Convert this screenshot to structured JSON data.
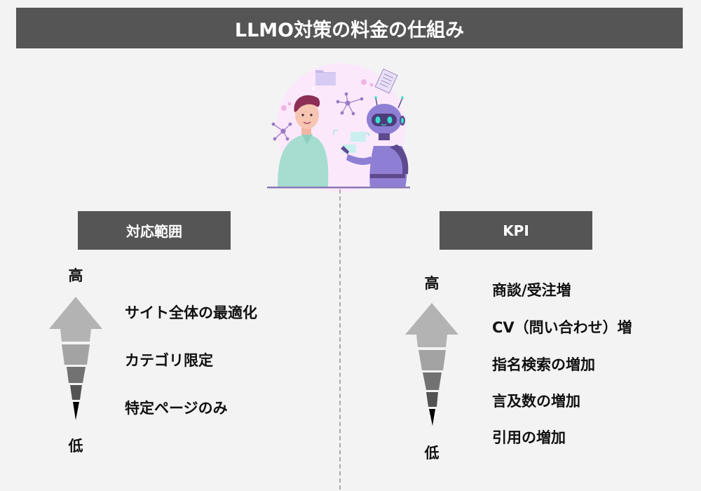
{
  "title": "LLMO対策の料金の仕組み",
  "illustration": {
    "description": "person-talking-with-robot",
    "colors": {
      "background_circle": "#fbe9fb",
      "shirt": "#a6ddd0",
      "hair": "#8c2e55",
      "skin": "#f6c6b3",
      "robot_body": "#8f7fd4",
      "robot_dark": "#5e4a8f",
      "robot_eyes": "#39e0d1",
      "floor": "#8a78b8",
      "folder": "#c9b9ec"
    }
  },
  "left": {
    "header": "対応範囲",
    "high_label": "高",
    "low_label": "低",
    "items": [
      "サイト全体の最適化",
      "カテゴリ限定",
      "特定ページのみ"
    ]
  },
  "right": {
    "header": "KPI",
    "high_label": "高",
    "low_label": "低",
    "items": [
      "商談/受注増",
      "CV（問い合わせ）増",
      "指名検索の増加",
      "言及数の増加",
      "引用の増加"
    ]
  },
  "arrow_colors": [
    "#b3b3b3",
    "#a3a3a3",
    "#727272",
    "#535353",
    "#000000"
  ],
  "colors": {
    "background": "#f3f3f3",
    "header_bg": "#555555",
    "header_text": "#ffffff",
    "divider": "#a9a9a9"
  }
}
